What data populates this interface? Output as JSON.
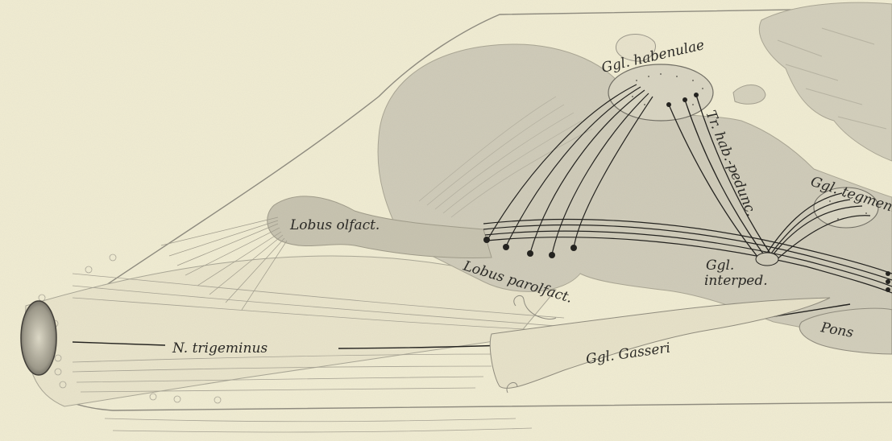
{
  "figure": {
    "labels": {
      "ggl_habenulae": "Ggl. habenulae",
      "tr_hab_pedunc": "Tr. hab.-pedunc.",
      "ggl_tegmenti": "Ggl. tegmenti",
      "lobus_olfact": "Lobus olfact.",
      "lobus_parolfact": "Lobus parolfact.",
      "ggl_interped_1": "Ggl.",
      "ggl_interped_2": "interped.",
      "n_trigeminus": "N. trigeminus",
      "ggl_gasseri": "Ggl. Gasseri",
      "pons": "Pons"
    },
    "colors": {
      "paper": "#f1ecd3",
      "brain_tissue": "#cfcbb9",
      "ink": "#1f1e1b",
      "outline": "#8d8a7e"
    }
  }
}
